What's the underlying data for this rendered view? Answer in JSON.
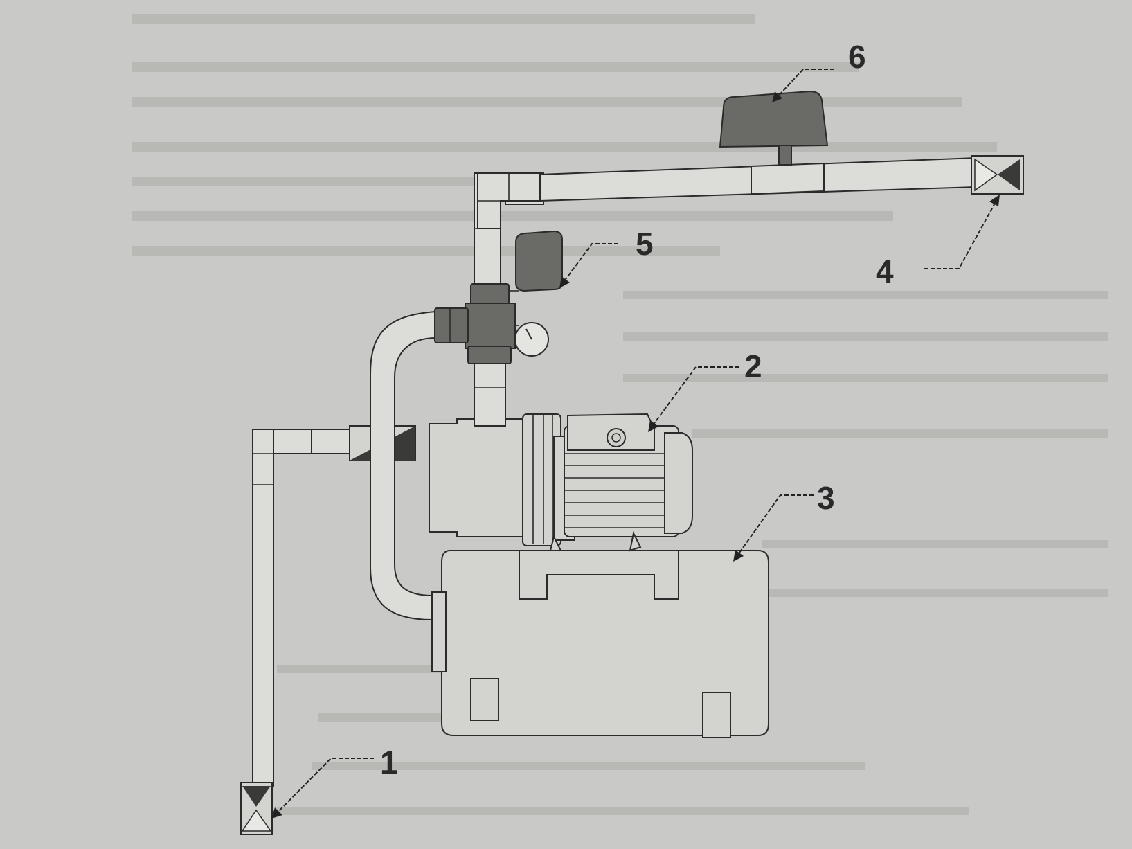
{
  "diagram": {
    "callouts": [
      {
        "id": "1",
        "label": "1"
      },
      {
        "id": "2",
        "label": "2"
      },
      {
        "id": "3",
        "label": "3"
      },
      {
        "id": "4",
        "label": "4"
      },
      {
        "id": "5",
        "label": "5"
      },
      {
        "id": "6",
        "label": "6"
      }
    ]
  },
  "colors": {
    "paper": "#c9c9c7",
    "line": "#2b2b2b",
    "dark_fill": "#6a6a66",
    "pipe_fill": "#dcdcd8"
  }
}
